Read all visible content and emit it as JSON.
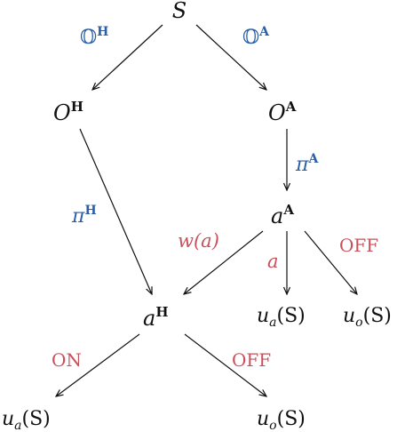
{
  "colors": {
    "node": "#111111",
    "policy_label": "#2a5fa8",
    "action_label": "#c9505a",
    "edge": "#111111"
  },
  "nodes": {
    "state": {
      "base": "S"
    },
    "obs_h": {
      "base": "O",
      "sup": "H"
    },
    "obs_a": {
      "base": "O",
      "sup": "A"
    },
    "action_a": {
      "base": "a",
      "sup": "A"
    },
    "action_h": {
      "base": "a",
      "sup": "H"
    },
    "util_a_right": {
      "text": "u",
      "sub": "a",
      "arg": "(S)"
    },
    "util_o_right": {
      "text": "u",
      "sub": "o",
      "arg": "(S)"
    },
    "util_a_bottom": {
      "text": "u",
      "sub": "a",
      "arg": "(S)"
    },
    "util_o_bottom": {
      "text": "u",
      "sub": "o",
      "arg": "(S)"
    }
  },
  "edge_labels": {
    "obs_h": {
      "base": "𝕆",
      "sup": "H"
    },
    "obs_a": {
      "base": "𝕆",
      "sup": "A"
    },
    "policy_a": {
      "base": "π",
      "sup": "A"
    },
    "policy_h": {
      "base": "π",
      "sup": "H"
    },
    "wait": "w(a)",
    "act": "a",
    "off_right": "OFF",
    "on": "ON",
    "off_bottom": "OFF"
  }
}
